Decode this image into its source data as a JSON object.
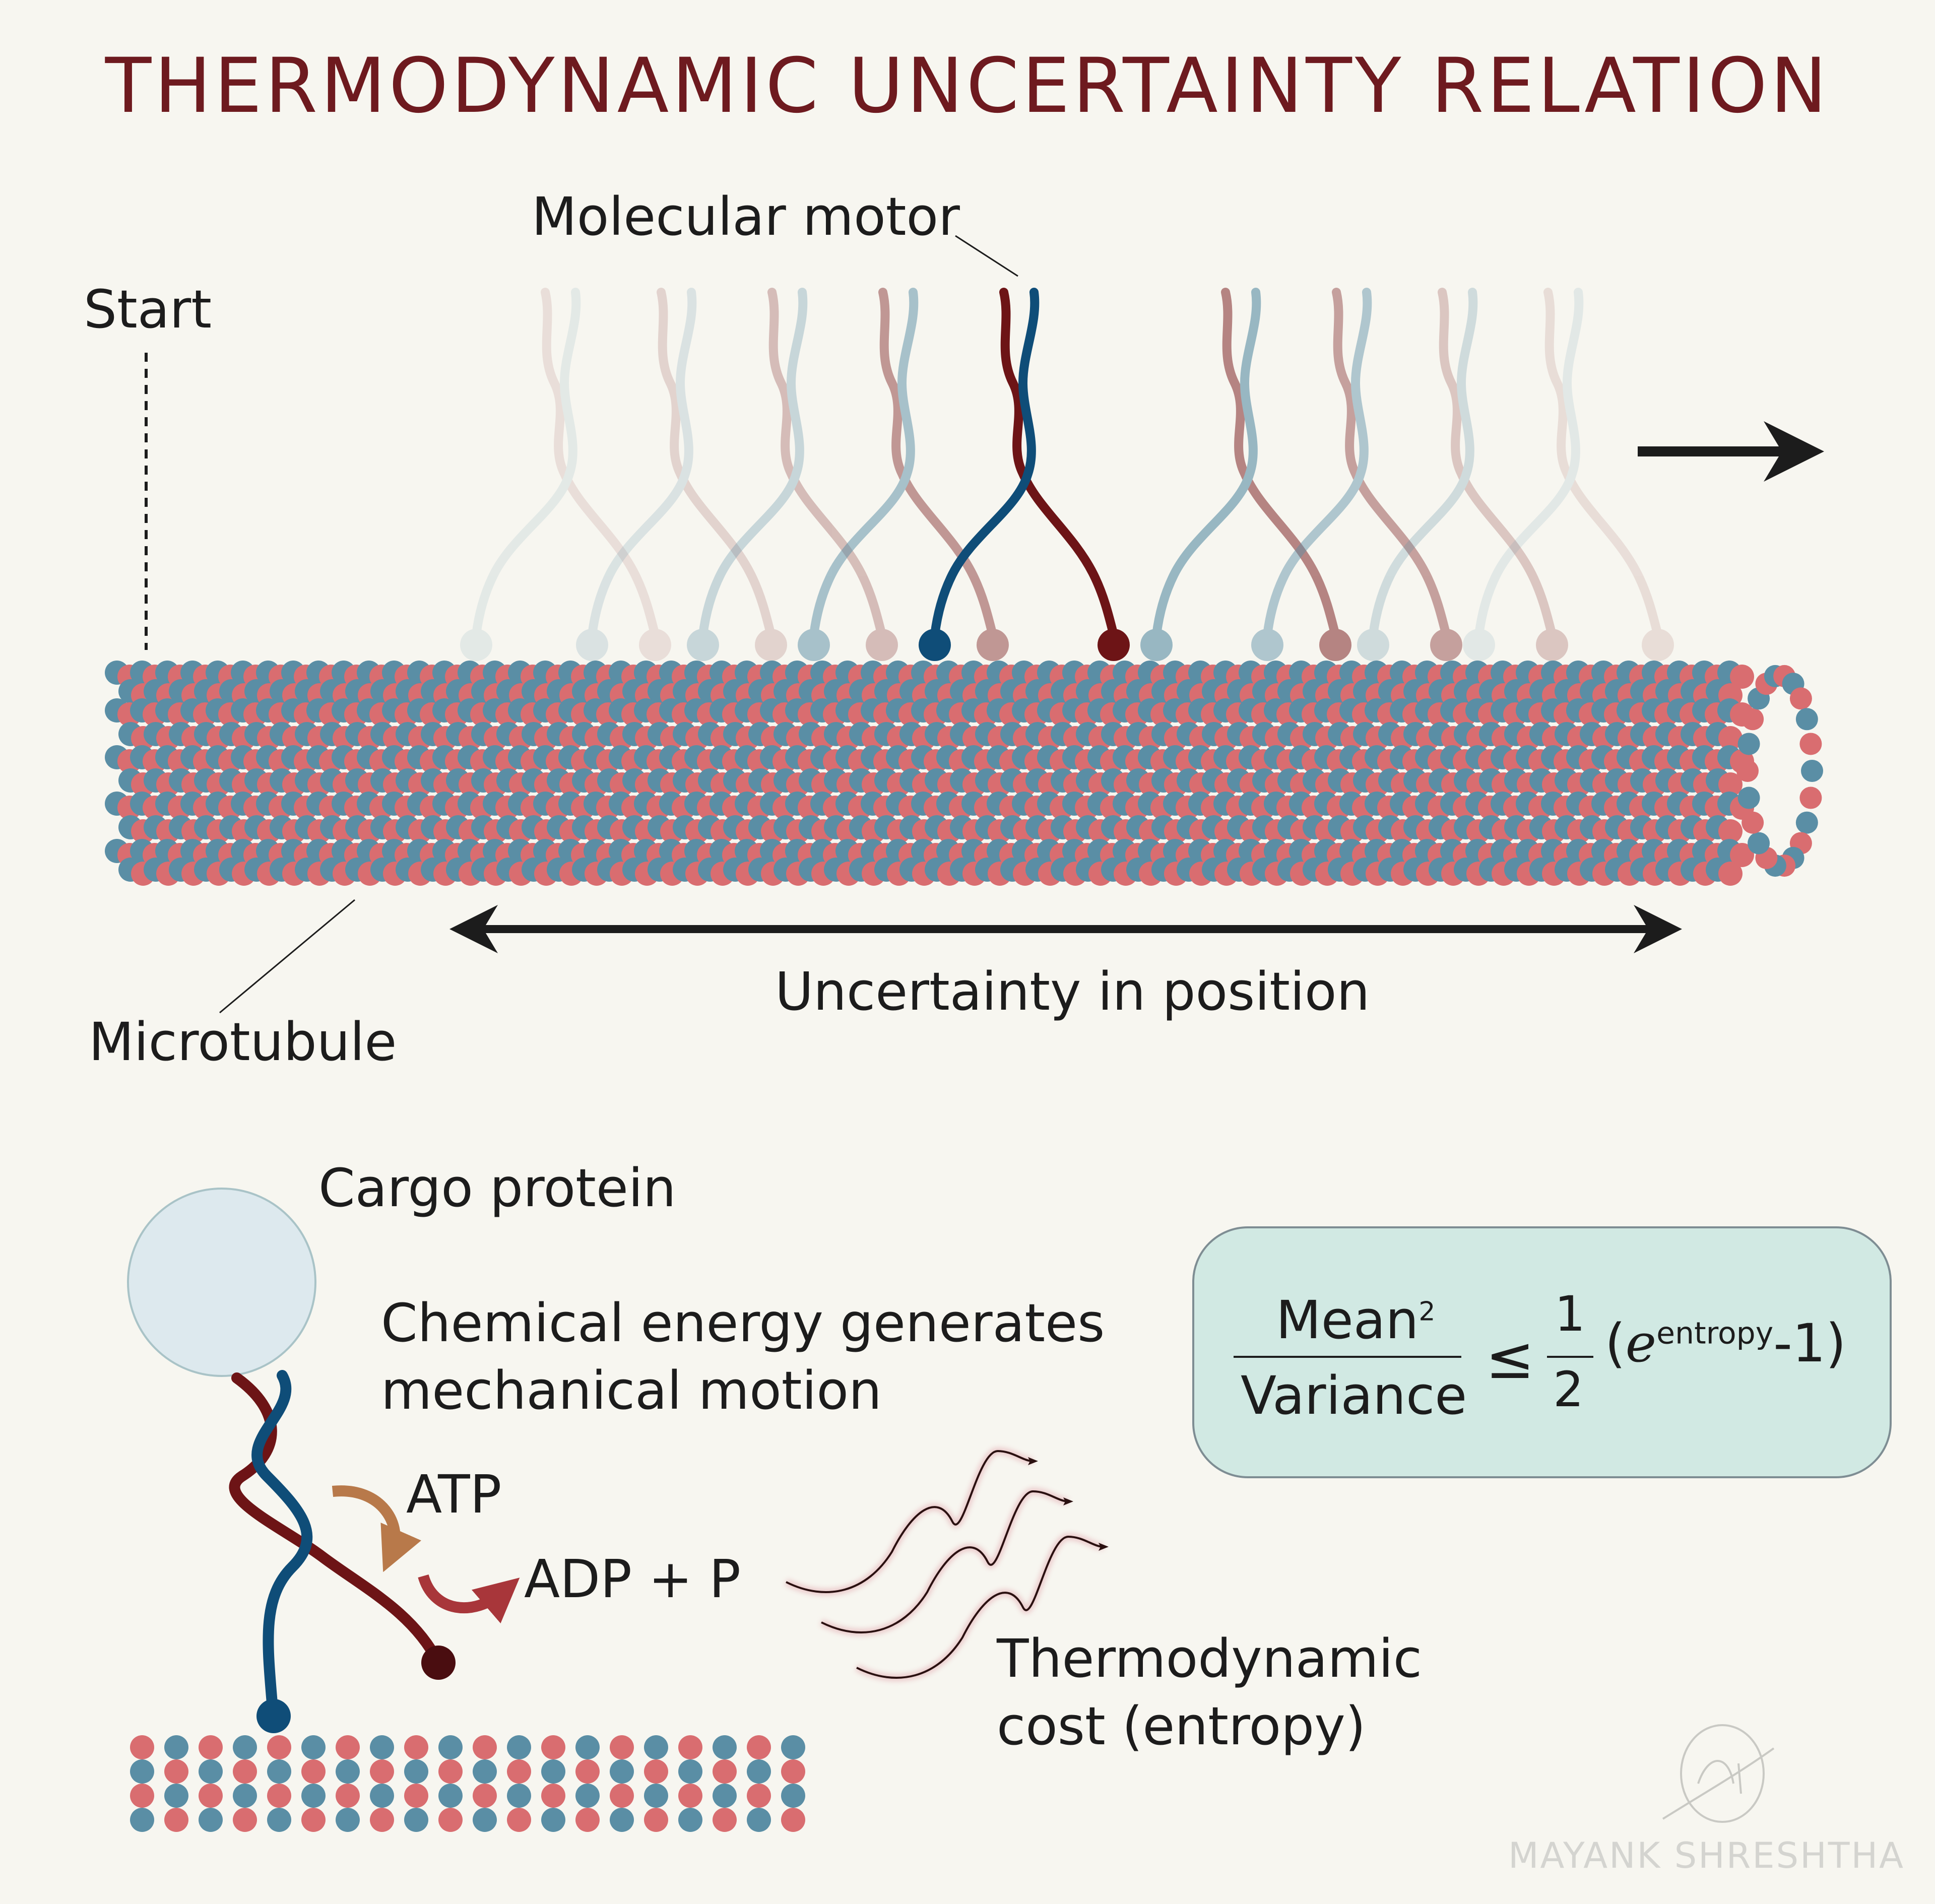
{
  "title": "THERMODYNAMIC UNCERTAINTY RELATION",
  "labels": {
    "molecular_motor": "Molecular motor",
    "start": "Start",
    "microtubule": "Microtubule",
    "uncertainty": "Uncertainty in position",
    "cargo": "Cargo protein",
    "chem_line1": "Chemical energy generates",
    "chem_line2": "mechanical motion",
    "atp": "ATP",
    "adp": "ADP + P",
    "thermo_line1": "Thermodynamic",
    "thermo_line2": "cost (entropy)"
  },
  "formula": {
    "numerator": "Mean",
    "numerator_sup": "2",
    "denominator": "Variance",
    "relation": "≤",
    "half_num": "1",
    "half_den": "2",
    "open_paren": "(",
    "e": "e",
    "exponent": "entropy",
    "tail": "-1)"
  },
  "credit": "MAYANK SHRESHTHA",
  "colors": {
    "blue": "#5a8ea5",
    "red": "#d96d70",
    "motor_blue": "#0f4d78",
    "motor_red": "#6d1416",
    "title": "#6e1a1f",
    "cargo": "#dde9ee",
    "formula_bg": "#d1e9e3",
    "atp_arrow": "#b8794a",
    "adp_arrow": "#a8363a"
  },
  "icons": {
    "direction": "right-arrow-icon",
    "uncertainty": "double-headed-arrow-icon",
    "heat": "wavy-heat-arrow-icon",
    "signature": "signature-icon"
  }
}
